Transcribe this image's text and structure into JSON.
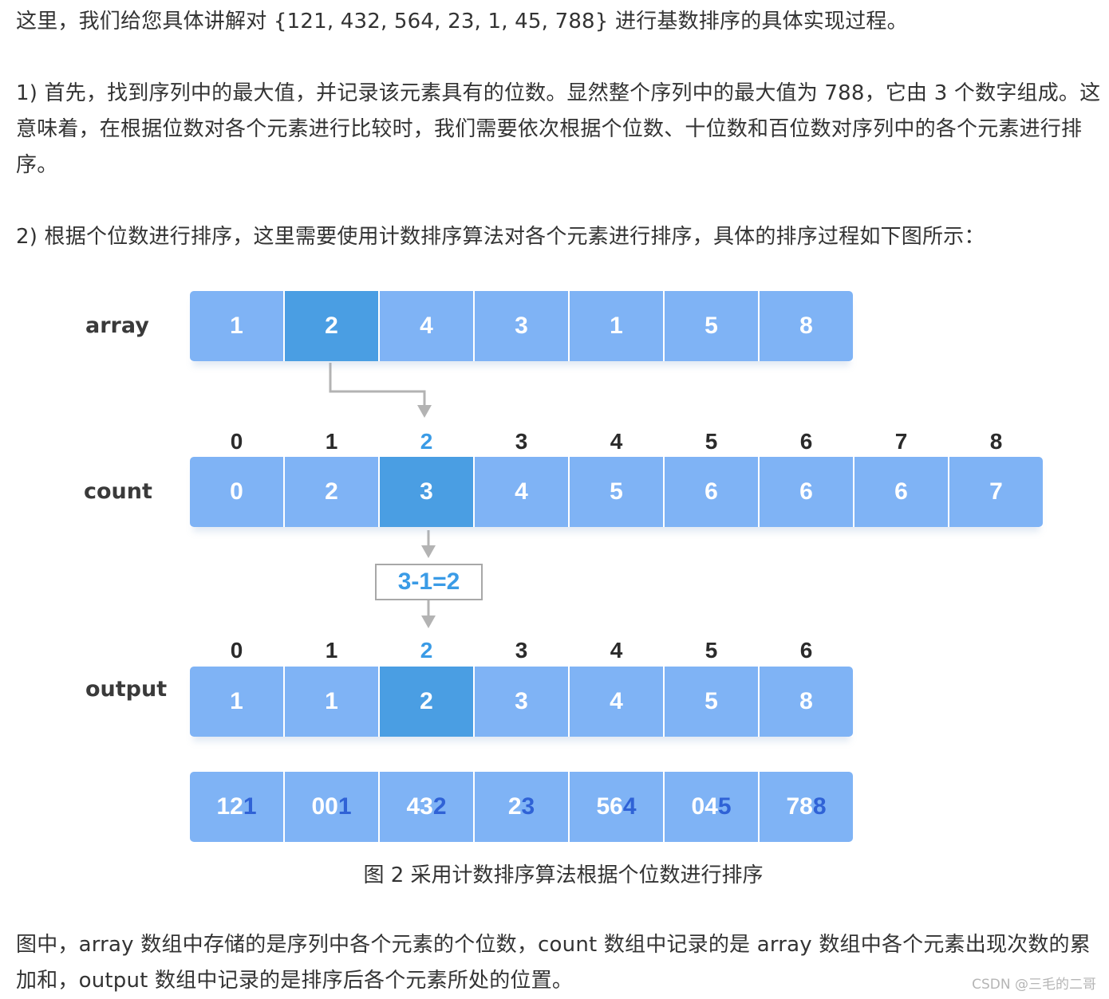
{
  "paragraphs": {
    "intro": "这里，我们给您具体讲解对 {121, 432, 564, 23, 1, 45, 788} 进行基数排序的具体实现过程。",
    "step1": "1) 首先，找到序列中的最大值，并记录该元素具有的位数。显然整个序列中的最大值为 788，它由 3 个数字组成。这意味着，在根据位数对各个元素进行比较时，我们需要依次根据个位数、十位数和百位数对序列中的各个元素进行排序。",
    "step2": "2) 根据个位数进行排序，这里需要使用计数排序算法对各个元素进行排序，具体的排序过程如下图所示：",
    "explain": "图中，array 数组中存储的是序列中各个元素的个位数，count 数组中记录的是 array 数组中各个元素出现次数的累加和，output 数组中记录的是排序后各个元素所处的位置。"
  },
  "figure": {
    "array": {
      "label": "array",
      "values": [
        "1",
        "2",
        "4",
        "3",
        "1",
        "5",
        "8"
      ],
      "highlight": 1
    },
    "count": {
      "label": "count",
      "indices": [
        "0",
        "1",
        "2",
        "3",
        "4",
        "5",
        "6",
        "7",
        "8"
      ],
      "values": [
        "0",
        "2",
        "3",
        "4",
        "5",
        "6",
        "6",
        "6",
        "7"
      ],
      "highlight": 2
    },
    "calc": "3-1=2",
    "output": {
      "label": "output",
      "indices": [
        "0",
        "1",
        "2",
        "3",
        "4",
        "5",
        "6"
      ],
      "values": [
        "1",
        "1",
        "2",
        "3",
        "4",
        "5",
        "8"
      ],
      "highlight": 2
    },
    "sorted": [
      {
        "prefix": "12",
        "digit": "1"
      },
      {
        "prefix": "00",
        "digit": "1"
      },
      {
        "prefix": "43",
        "digit": "2"
      },
      {
        "prefix": "2",
        "digit": "3"
      },
      {
        "prefix": "56",
        "digit": "4"
      },
      {
        "prefix": "04",
        "digit": "5"
      },
      {
        "prefix": "78",
        "digit": "8"
      }
    ],
    "caption": "图 2 采用计数排序算法根据个位数进行排序"
  },
  "colors": {
    "cell": "#7fb3f5",
    "highlight": "#4a9ee3",
    "digit": "#2f62d6",
    "index_highlight": "#3a9be6"
  },
  "watermark": "CSDN @三毛的二哥"
}
